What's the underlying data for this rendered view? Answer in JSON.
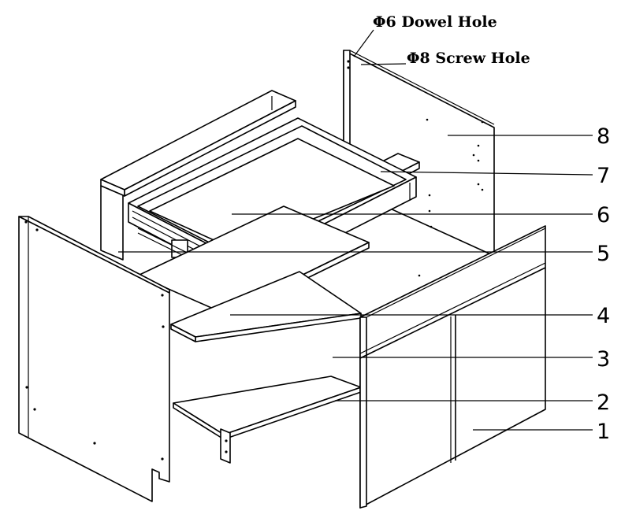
{
  "annotations": {
    "dowel_hole": "Φ6 Dowel Hole",
    "screw_hole": "Φ8 Screw Hole"
  },
  "parts": [
    {
      "number": "1"
    },
    {
      "number": "2"
    },
    {
      "number": "3"
    },
    {
      "number": "4"
    },
    {
      "number": "5"
    },
    {
      "number": "6"
    },
    {
      "number": "7"
    },
    {
      "number": "8"
    }
  ]
}
